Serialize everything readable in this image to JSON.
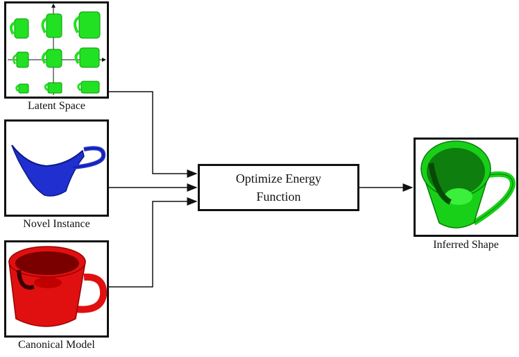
{
  "panels": {
    "latent_space": {
      "label": "Latent Space"
    },
    "novel_instance": {
      "label": "Novel Instance"
    },
    "canonical_model": {
      "label": "Canonical Model"
    },
    "inferred_shape": {
      "label": "Inferred Shape"
    }
  },
  "process": {
    "line1": "Optimize Energy",
    "line2": "Function"
  },
  "colors": {
    "latent_green": "#22e022",
    "novel_blue": "#1f2fd0",
    "canonical_red": "#e01010",
    "inferred_green": "#18d018",
    "line": "#111111"
  },
  "icons": {
    "latent": "mug-grid-icon",
    "novel": "partial-mug-icon",
    "canonical": "red-mug-icon",
    "inferred": "green-mug-icon"
  }
}
